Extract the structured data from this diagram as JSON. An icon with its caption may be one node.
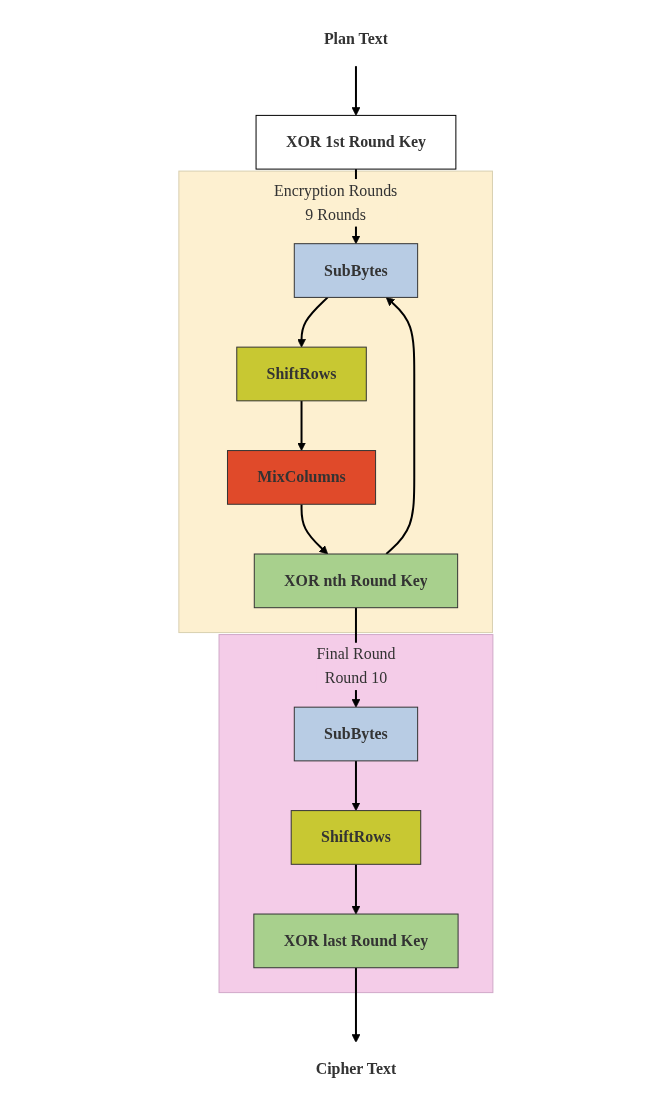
{
  "diagram": {
    "nodes": [
      {
        "text": [
          "Plan Text"
        ]
      },
      {
        "text": [
          "XOR 1st Round Key"
        ]
      },
      {
        "text": [
          "Encryption Rounds",
          "9 Rounds"
        ]
      },
      {
        "text": [
          "SubBytes"
        ],
        "in": 2
      },
      {
        "text": [
          "ShiftRows"
        ],
        "in": 2
      },
      {
        "text": [
          "MixColumns"
        ],
        "in": 2
      },
      {
        "text": [
          "XOR nth Round Key"
        ],
        "in": 2
      },
      {
        "text": [
          "Final Round",
          "Round 10"
        ]
      },
      {
        "text": [
          "SubBytes"
        ],
        "in": 7
      },
      {
        "text": [
          "ShiftRows"
        ],
        "in": 7
      },
      {
        "text": [
          "XOR last Round Key"
        ],
        "in": 7
      },
      {
        "text": [
          "Cipher Text"
        ]
      }
    ],
    "edges": [
      {
        "from": 0,
        "to": 1,
        "arrow": "to"
      },
      {
        "from": 1,
        "to": 3,
        "arrow": "to"
      },
      {
        "from": 3,
        "to": 4,
        "arrow": "to"
      },
      {
        "from": 4,
        "to": 5,
        "arrow": "to"
      },
      {
        "from": 5,
        "to": 6,
        "arrow": "to"
      },
      {
        "from": 6,
        "to": 3,
        "arrow": "to"
      },
      {
        "from": 6,
        "to": 8,
        "arrow": "to"
      },
      {
        "from": 8,
        "to": 9,
        "arrow": "to"
      },
      {
        "from": 9,
        "to": 10,
        "arrow": "to"
      },
      {
        "from": 10,
        "to": 11,
        "arrow": "to"
      }
    ]
  }
}
